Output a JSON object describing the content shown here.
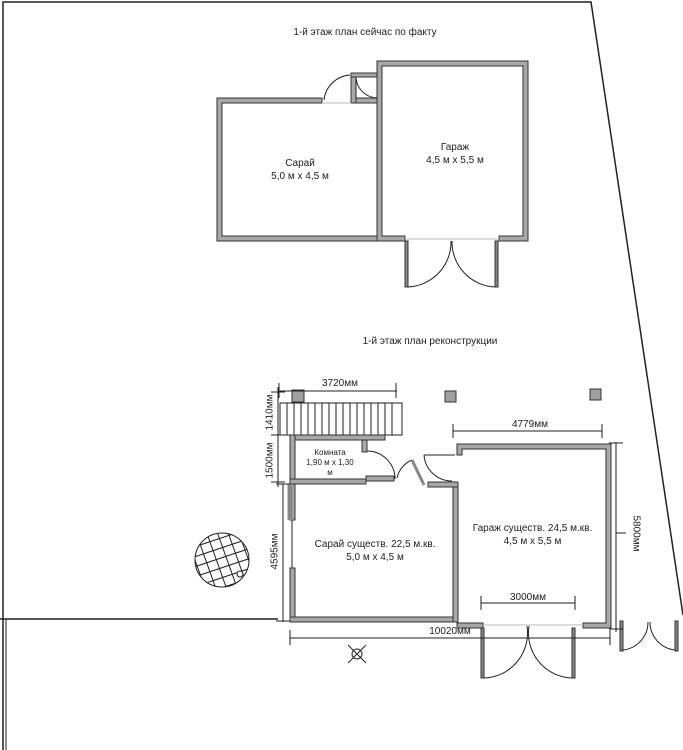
{
  "plan_current": {
    "title": "1-й этаж план сейчас по факту",
    "rooms": [
      {
        "name": "Сарай",
        "size": "5,0 м x 4,5 м"
      },
      {
        "name": "Гараж",
        "size": "4,5 м x 5,5 м"
      }
    ]
  },
  "plan_reconstruction": {
    "title": "1-й этаж план реконструкции",
    "rooms": [
      {
        "name": "Комната",
        "size": "1,90 м x 1,30",
        "size_unit": "м"
      },
      {
        "name": "Сарай существ. 22,5 м.кв.",
        "size": "5,0 м x 4,5 м"
      },
      {
        "name": "Гараж существ. 24,5 м.кв.",
        "size": "4,5 м x 5,5 м"
      }
    ],
    "dimensions": {
      "stairs_width": "3720мм",
      "stairs_depth": "1410мм",
      "room_depth": "1500мм",
      "shed_depth": "4595мм",
      "garage_width": "4779мм",
      "garage_depth": "5800мм",
      "gate_width": "3000мм",
      "total_width": "10020мм"
    }
  },
  "colors": {
    "wall_fill": "#a8a8a8",
    "wall_stroke": "#333333",
    "pillar_fill": "#a0a0a0",
    "line": "#222222"
  }
}
